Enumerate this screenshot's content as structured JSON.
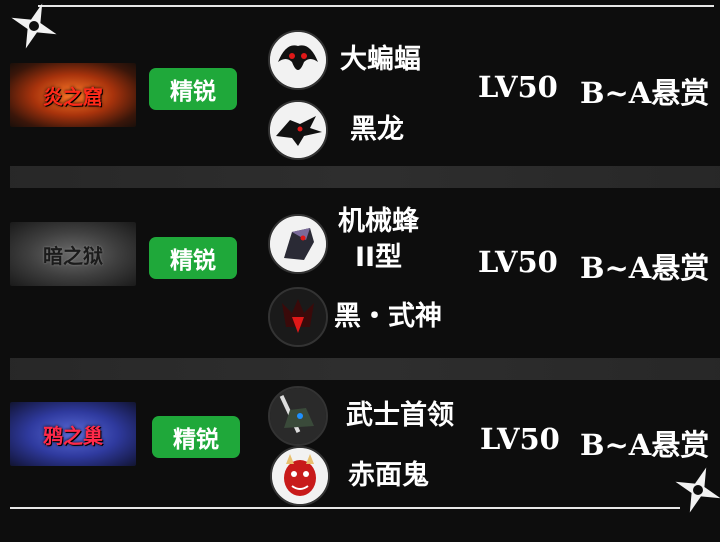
{
  "zones": [
    {
      "area": "炎之窟",
      "tag": "精锐",
      "enemies": [
        {
          "name": "大蝙蝠",
          "icon": "bat-demon-icon"
        },
        {
          "name": "黑龙",
          "icon": "black-dragon-icon"
        }
      ],
      "level": "LV50",
      "bounty": "B~A悬赏"
    },
    {
      "area": "暗之狱",
      "tag": "精锐",
      "enemies": [
        {
          "name": "机械蜂",
          "name_line2": "II型",
          "icon": "mech-bee-icon"
        },
        {
          "name": "黑・式神",
          "icon": "shikigami-icon"
        }
      ],
      "level": "LV50",
      "bounty": "B~A悬赏"
    },
    {
      "area": "鸦之巢",
      "tag": "精锐",
      "enemies": [
        {
          "name": "武士首领",
          "icon": "samurai-chief-icon"
        },
        {
          "name": "赤面鬼",
          "icon": "red-oni-icon"
        }
      ],
      "level": "LV50",
      "bounty": "B~A悬赏"
    }
  ],
  "colors": {
    "background": "#0d0d0d",
    "elite_tag": "#1fa83a",
    "fire_badge": "#c9461a",
    "dark_badge": "#4a4a4a",
    "crow_badge": "#3b47b8"
  }
}
